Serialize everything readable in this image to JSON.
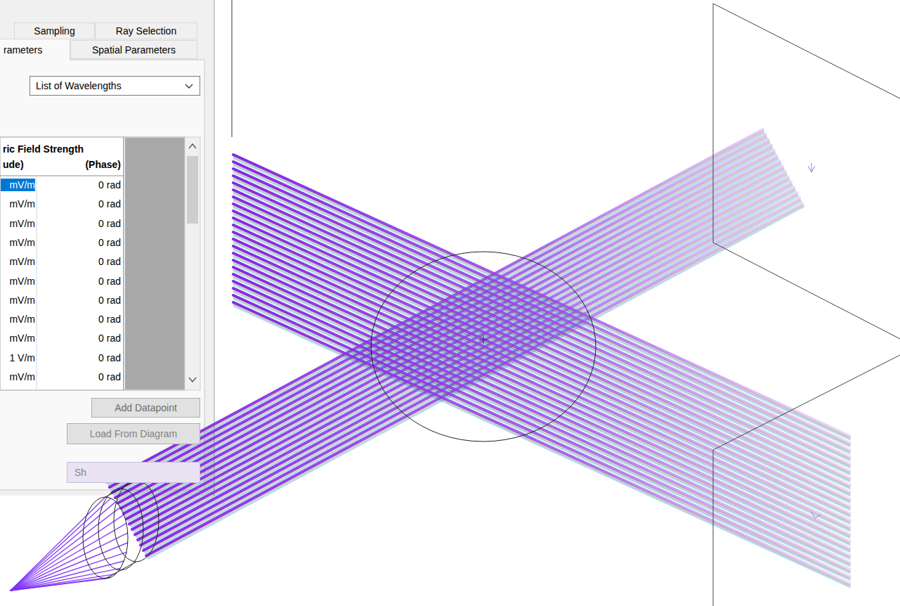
{
  "diagram": {
    "nodes": [
      {
        "text": [
          "Sampling"
        ]
      },
      {
        "text": [
          "Ray Selection"
        ]
      },
      {
        "text": [
          "rameters"
        ]
      },
      {
        "text": [
          "Spatial Parameters"
        ]
      },
      {
        "text": [
          "List of Wavelengths"
        ]
      },
      {
        "text": [
          "Add Datapoint"
        ]
      },
      {
        "text": [
          "Load From Diagram"
        ]
      },
      {
        "text": [
          "Sh"
        ]
      }
    ],
    "labels": [
      "ric Field Strength",
      "ude)",
      "(Phase)",
      "mV/m",
      "0 rad",
      "mV/m",
      "0 rad",
      "mV/m",
      "0 rad",
      "mV/m",
      "0 rad",
      "mV/m",
      "0 rad",
      "mV/m",
      "0 rad",
      "mV/m",
      "0 rad",
      "mV/m",
      "0 rad",
      "mV/m",
      "0 rad",
      "1 V/m",
      "0 rad",
      "mV/m",
      "0 rad"
    ]
  }
}
